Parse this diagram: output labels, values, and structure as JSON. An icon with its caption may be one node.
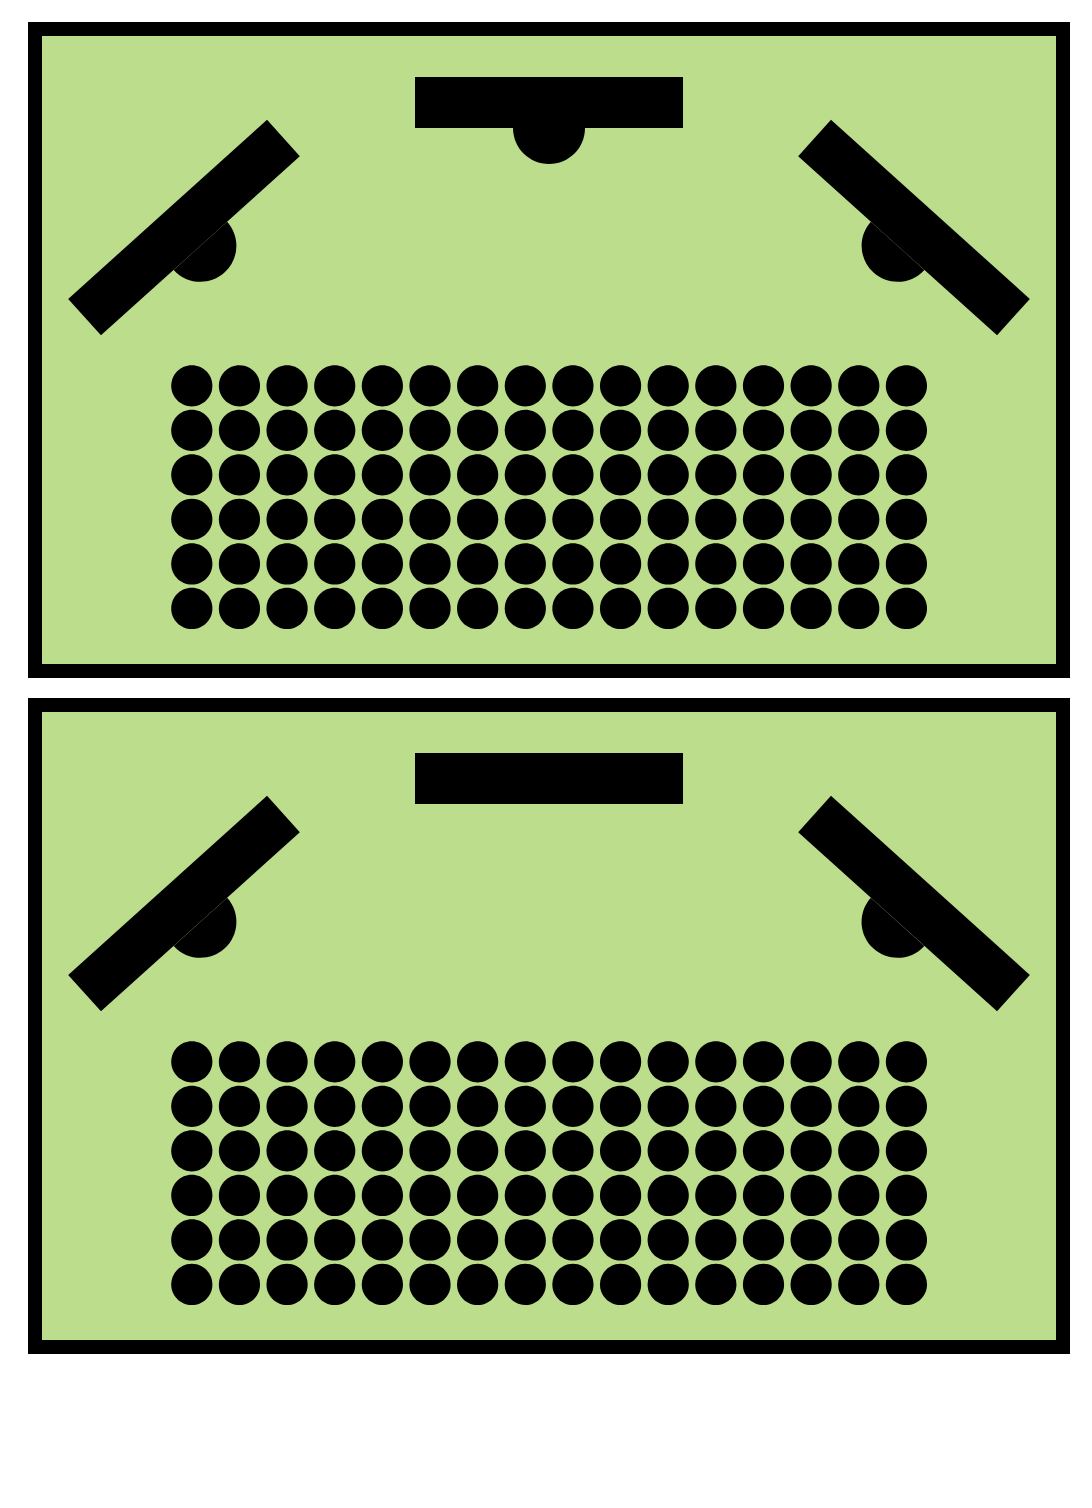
{
  "diagram": {
    "nodes": [
      {
        "text": [],
        "shape": "box"
      },
      {
        "text": [],
        "shape": "bar",
        "in": 0
      },
      {
        "text": [],
        "shape": "semicircle",
        "in": 0
      },
      {
        "text": [],
        "shape": "bar",
        "in": 0
      },
      {
        "text": [],
        "shape": "semicircle",
        "in": 0
      },
      {
        "text": [],
        "shape": "bar",
        "in": 0
      },
      {
        "text": [],
        "shape": "semicircle",
        "in": 0
      },
      {
        "text": [],
        "shape": "box"
      },
      {
        "text": [],
        "shape": "bar",
        "in": 7
      },
      {
        "text": [],
        "shape": "bar",
        "in": 7
      },
      {
        "text": [],
        "shape": "semicircle",
        "in": 7
      },
      {
        "text": [],
        "shape": "bar",
        "in": 7
      },
      {
        "text": [],
        "shape": "semicircle",
        "in": 7
      }
    ]
  }
}
